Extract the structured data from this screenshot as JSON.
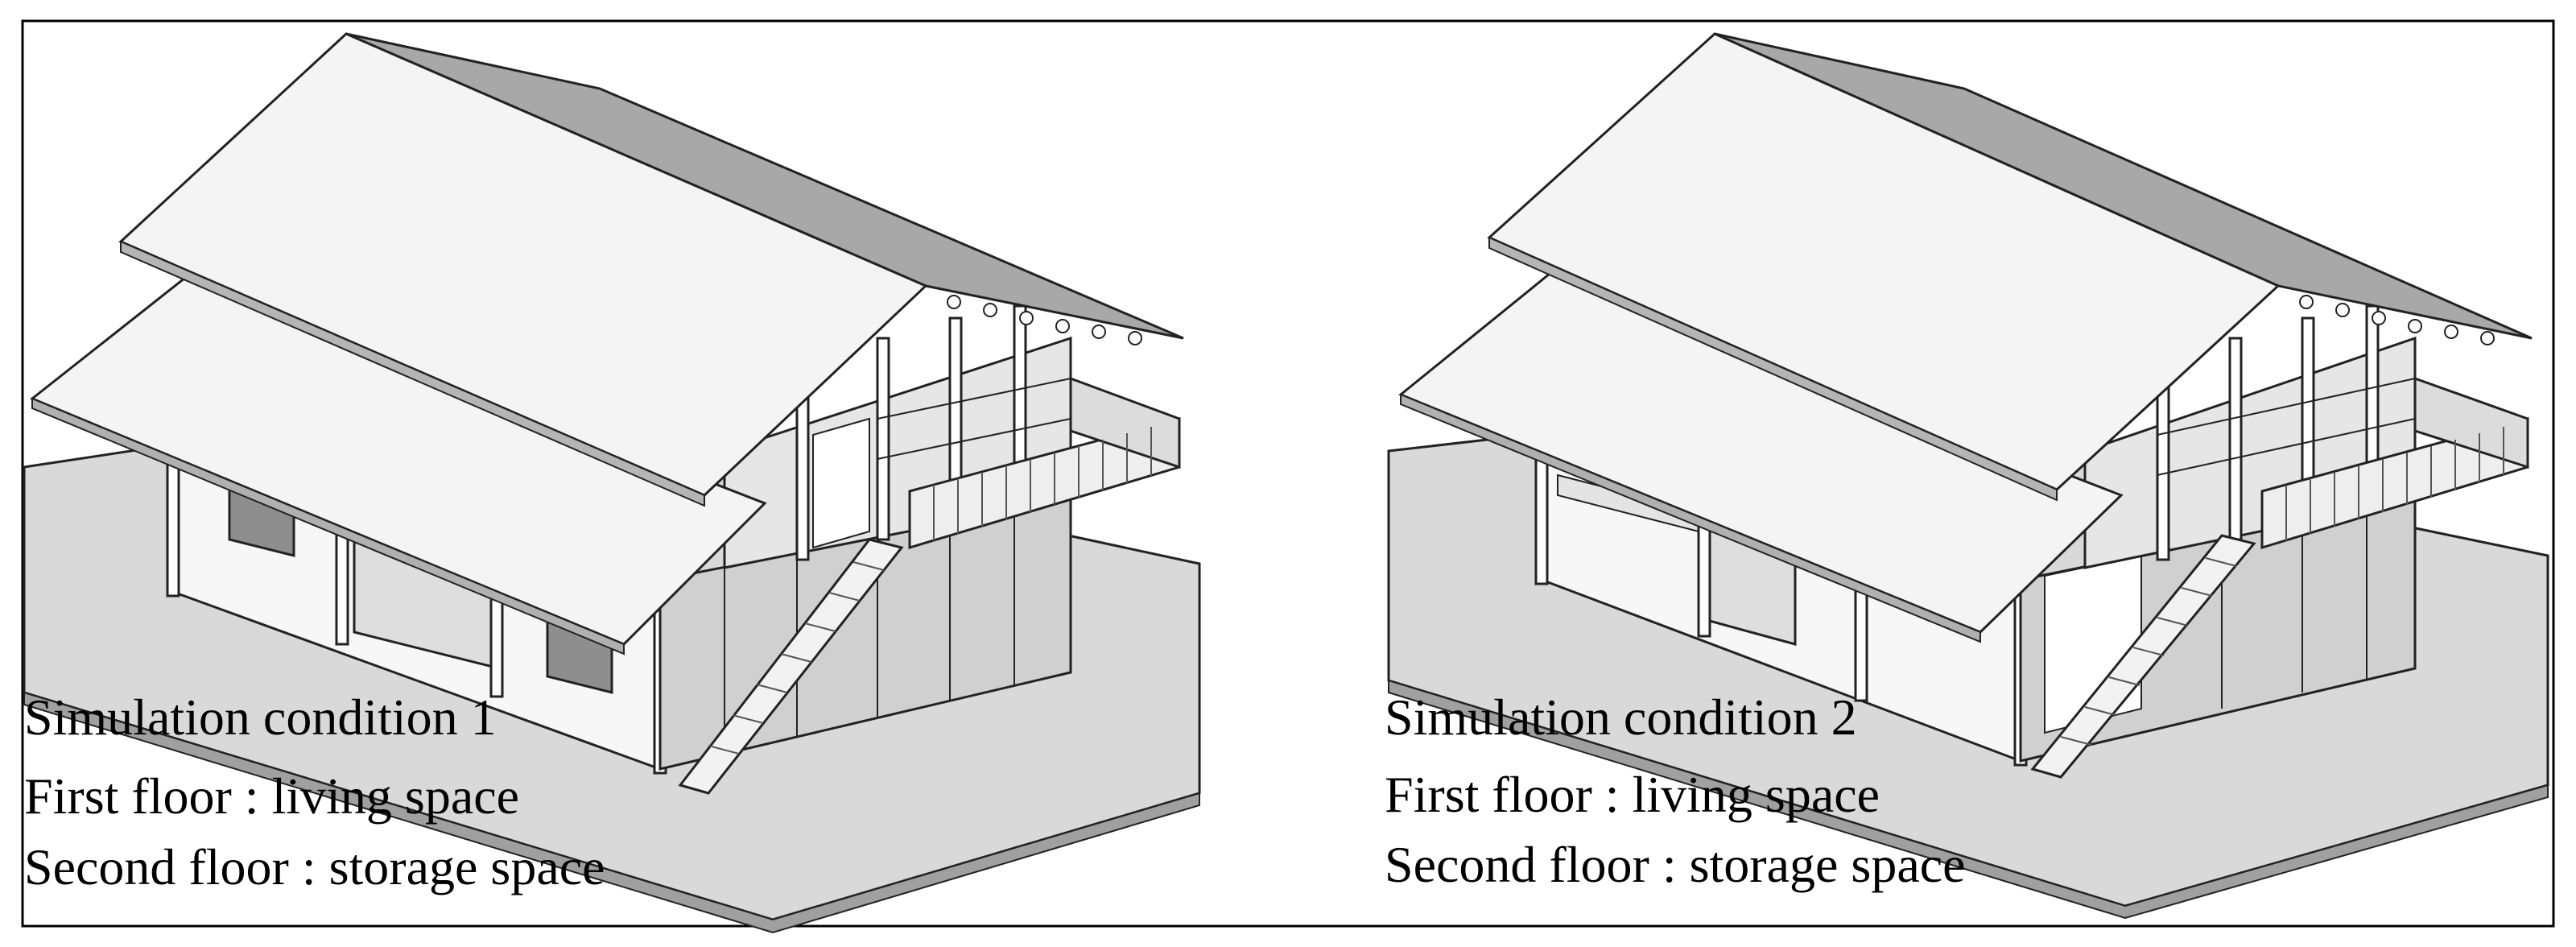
{
  "panels": [
    {
      "title": "Simulation condition 1",
      "first_floor": "First floor : living space",
      "second_floor": "Second floor : storage space"
    },
    {
      "title": "Simulation condition 2",
      "first_floor": "First floor : living space",
      "second_floor": "Second floor : storage space"
    }
  ],
  "colors": {
    "background": "#ffffff",
    "ground": "#d9d9d9",
    "roof_top": "#f4f4f4",
    "roof_side": "#a8a8a8",
    "wall_light": "#f7f7f7",
    "wall_mid": "#e2e2e2",
    "wall_shade": "#c4c4c4",
    "outline": "#222222"
  }
}
